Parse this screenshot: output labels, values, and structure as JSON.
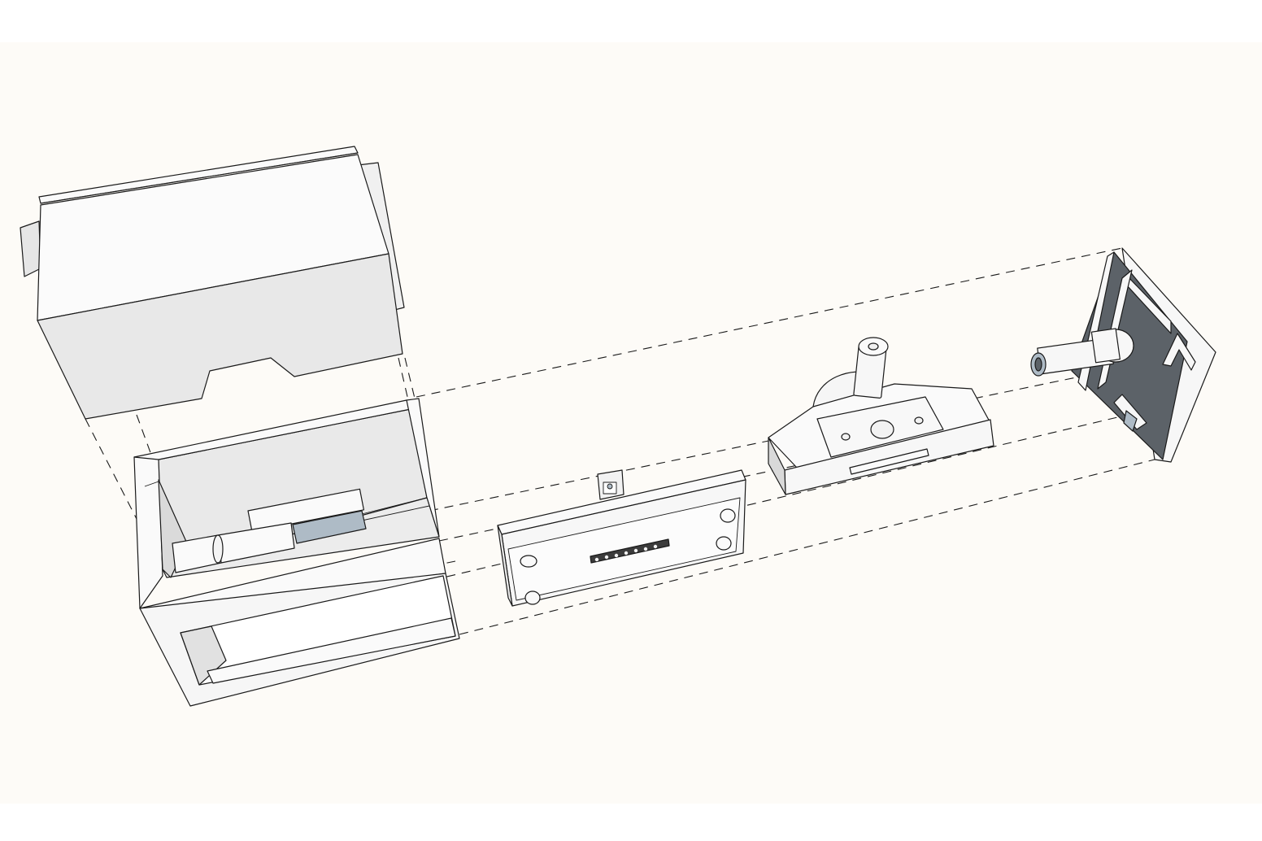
{
  "scene": {
    "type": "exploded-assembly-3d-model",
    "view": "isometric",
    "colors": {
      "background": "#fdfbf7",
      "page_border": "#ffffff",
      "face_light": "#fafafa",
      "face_mid": "#e8e8e8",
      "face_dark": "#d4d4d4",
      "panel_dark": "#5c6268",
      "glass_blue": "#aebbc6",
      "edge": "#1a1a1a"
    },
    "parts": [
      "enclosure-lid",
      "enclosure-base",
      "circuit-board",
      "motor-mount",
      "end-plate-with-spindle"
    ]
  }
}
